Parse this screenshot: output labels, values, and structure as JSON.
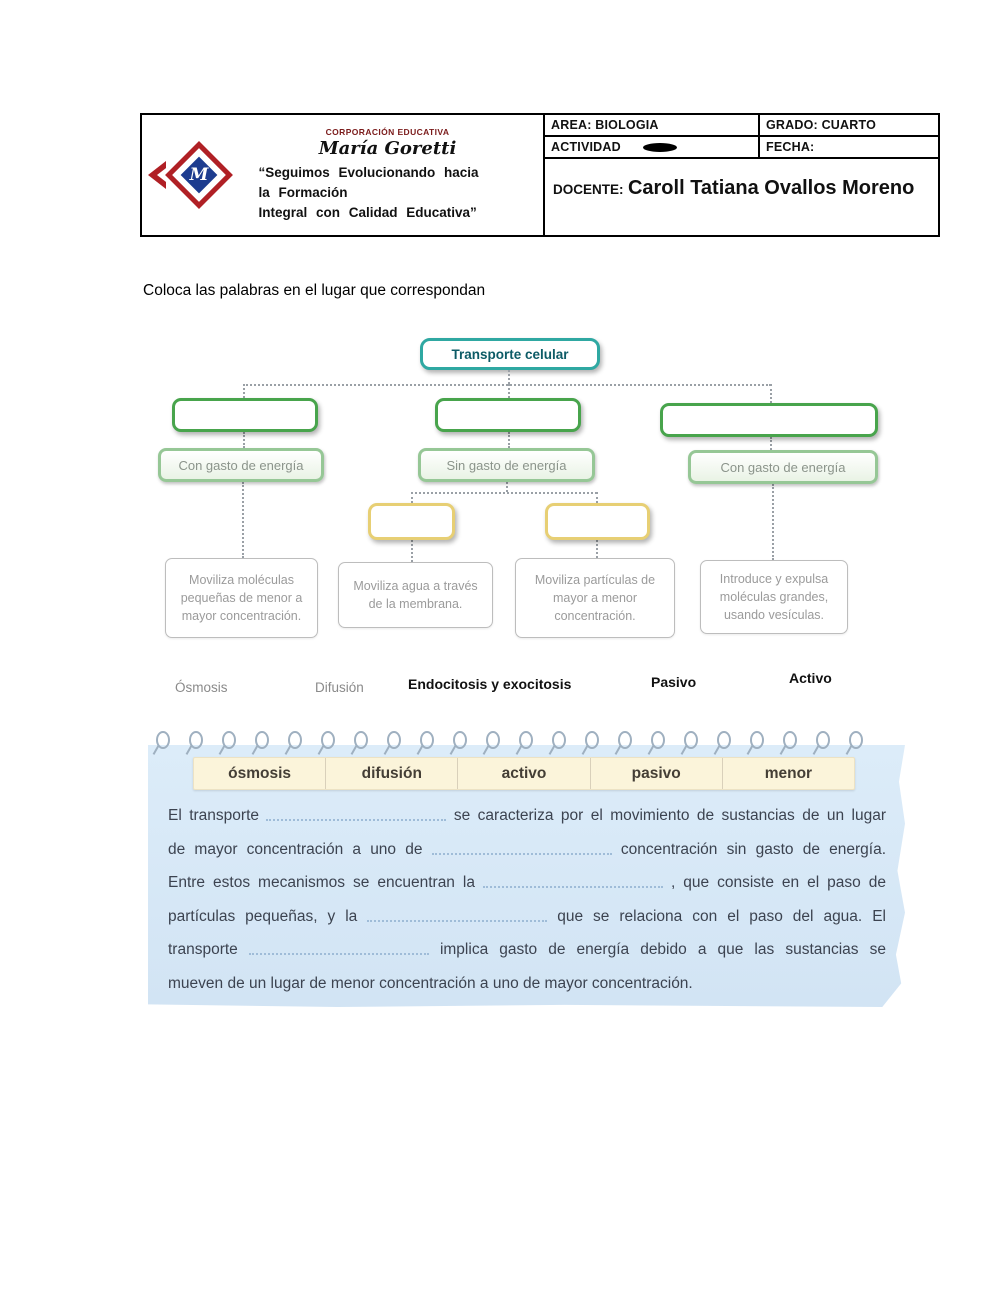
{
  "header": {
    "corporation": "CORPORACIÓN EDUCATIVA",
    "school": "María Goretti",
    "motto_lines": [
      "“Seguimos Evolucionando hacia",
      "la Formación",
      "Integral con Calidad Educativa”"
    ],
    "area": "AREA: BIOLOGIA",
    "grado": "GRADO: CUARTO",
    "actividad": "ACTIVIDAD",
    "fecha": "FECHA:",
    "docente_label": "DOCENTE:",
    "docente_name": "Caroll Tatiana Ovallos Moreno"
  },
  "instruction": "Coloca las palabras en el lugar que correspondan",
  "diagram": {
    "root_label": "Transporte celular",
    "branch_labels": [
      "Con gasto de energía",
      "Sin gasto de energía",
      "Con gasto de energía"
    ],
    "descriptions": [
      "Moviliza moléculas pequeñas de menor a mayor concentración.",
      "Moviliza agua a través de la membrana.",
      "Moviliza partículas de mayor a menor concentración.",
      "Introduce y expulsa moléculas grandes, usando vesículas."
    ],
    "answer_words": [
      "Ósmosis",
      "Difusión",
      "Endocitosis y exocitosis",
      "Pasivo",
      "Activo"
    ]
  },
  "notebook": {
    "word_bank": [
      "ósmosis",
      "difusión",
      "activo",
      "pasivo",
      "menor"
    ],
    "lines": [
      {
        "pre": "El transporte",
        "post": "se caracteriza por el movimiento de sustancias de un lugar"
      },
      {
        "pre": "de mayor concentración a uno de",
        "post": "concentración sin gasto de energía."
      },
      {
        "pre": "Entre estos mecanismos se encuentran la",
        "post": ", que consiste en el paso de"
      },
      {
        "pre": "partículas pequeñas, y la",
        "post": "que se relaciona con el paso del agua. El"
      },
      {
        "pre": "transporte",
        "post": "implica gasto de energía debido a que las sustancias se"
      },
      {
        "text": "mueven de un lugar de menor concentración a uno de mayor concentración."
      }
    ]
  },
  "colors": {
    "teal_accent": "#2fa8a2",
    "green_accent": "#48a44c",
    "yellow_accent": "#e7cf74",
    "paper_blue": "#d9e9f7",
    "bank_cream": "#fbf4da",
    "logo_red": "#b02025",
    "logo_navy": "#1d3c8f"
  }
}
